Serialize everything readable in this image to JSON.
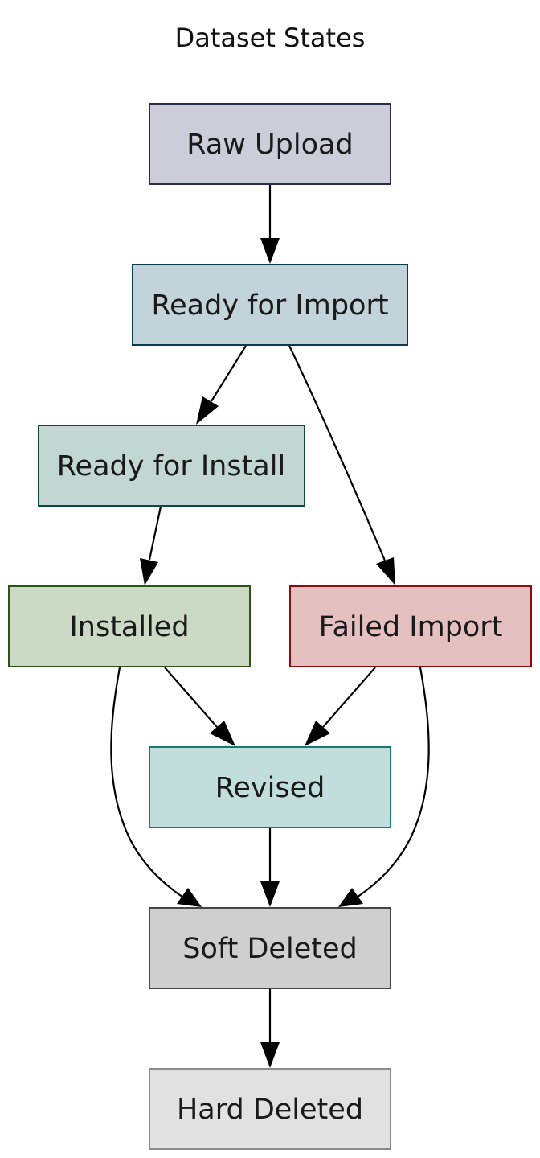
{
  "title": "Dataset States",
  "nodes": {
    "raw_upload": {
      "label": "Raw Upload",
      "fill": "#cccdd9",
      "stroke": "#2a2d4e"
    },
    "ready_for_import": {
      "label": "Ready for Import",
      "fill": "#c3d3da",
      "stroke": "#0b3b4f"
    },
    "ready_for_install": {
      "label": "Ready for Install",
      "fill": "#c2d7d2",
      "stroke": "#0e4a3e"
    },
    "installed": {
      "label": "Installed",
      "fill": "#ccd9c4",
      "stroke": "#2e5318"
    },
    "failed_import": {
      "label": "Failed Import",
      "fill": "#e5c0c0",
      "stroke": "#8b0a12"
    },
    "revised": {
      "label": "Revised",
      "fill": "#c2dedc",
      "stroke": "#167a72"
    },
    "soft_deleted": {
      "label": "Soft Deleted",
      "fill": "#cfcfcf",
      "stroke": "#454545"
    },
    "hard_deleted": {
      "label": "Hard Deleted",
      "fill": "#e1e1e1",
      "stroke": "#8a8a8a"
    }
  },
  "edges": [
    {
      "from": "raw_upload",
      "to": "ready_for_import"
    },
    {
      "from": "ready_for_import",
      "to": "ready_for_install"
    },
    {
      "from": "ready_for_import",
      "to": "failed_import"
    },
    {
      "from": "ready_for_install",
      "to": "installed"
    },
    {
      "from": "installed",
      "to": "revised"
    },
    {
      "from": "installed",
      "to": "soft_deleted"
    },
    {
      "from": "failed_import",
      "to": "revised"
    },
    {
      "from": "failed_import",
      "to": "soft_deleted"
    },
    {
      "from": "revised",
      "to": "soft_deleted"
    },
    {
      "from": "soft_deleted",
      "to": "hard_deleted"
    }
  ]
}
